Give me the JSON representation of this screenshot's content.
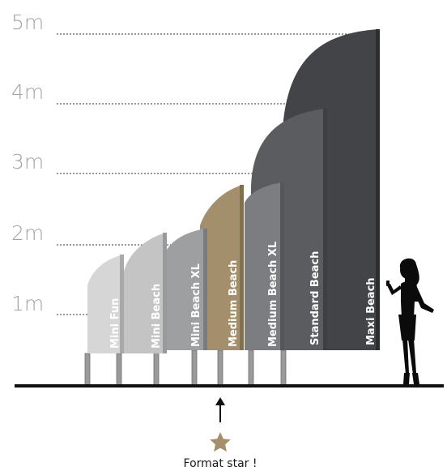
{
  "scale": {
    "labels": [
      "5m",
      "4m",
      "3m",
      "2m",
      "1m"
    ]
  },
  "flags": [
    {
      "label": "Mini Fun",
      "height_m": 1.8,
      "color": "#d6d6d6"
    },
    {
      "label": "Mini Beach",
      "height_m": 2.1,
      "color": "#c4c4c4"
    },
    {
      "label": "Mini Beach XL",
      "height_m": 2.2,
      "color": "#9e9fa1"
    },
    {
      "label": "Medium Beach",
      "height_m": 2.8,
      "color": "#a38f6c"
    },
    {
      "label": "Medium Beach XL",
      "height_m": 2.8,
      "color": "#7c7d80"
    },
    {
      "label": "Standard Beach",
      "height_m": 3.8,
      "color": "#5b5c5f"
    },
    {
      "label": "Maxi Beach",
      "height_m": 4.9,
      "color": "#434447"
    }
  ],
  "highlight": {
    "caption": "Format star !",
    "icon": "star-icon",
    "color": "#a38f6c"
  },
  "silhouette": {
    "icon": "woman-on-phone-silhouette-icon"
  }
}
